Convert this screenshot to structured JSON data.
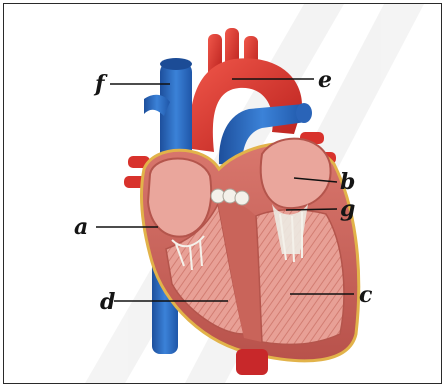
{
  "diagram": {
    "labels": {
      "a": "a",
      "b": "b",
      "c": "c",
      "d": "d",
      "e": "e",
      "f": "f",
      "g": "g"
    }
  },
  "colors": {
    "aorta_red": "#d8322c",
    "vein_blue": "#2f6fc8",
    "muscle_pink": "#e79a8e",
    "chamber_inner": "#f1b7ae",
    "fat_yellow": "#e8c04a",
    "tendon_white": "#eceae2",
    "leader_line": "#111111"
  }
}
